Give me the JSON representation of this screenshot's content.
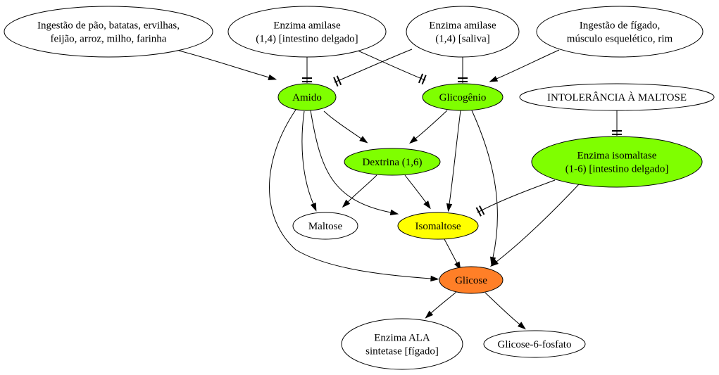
{
  "colors": {
    "start": "#7fff00",
    "intermediate": "#ffff00",
    "product": "#ff7f27",
    "default": "#ffffff"
  },
  "nodes": {
    "ingestao_pao": {
      "lines": [
        "Ingestão de pão, batatas, ervilhas,",
        "feijão, arroz, milho, farinha"
      ],
      "fill": "default"
    },
    "amilase_intestino": {
      "lines": [
        "Enzima amilase",
        "(1,4) [intestino delgado]"
      ],
      "fill": "default"
    },
    "amilase_saliva": {
      "lines": [
        "Enzima amilase",
        "(1,4) [saliva]"
      ],
      "fill": "default"
    },
    "ingestao_figado": {
      "lines": [
        "Ingestão de fígado,",
        "músculo esquelético, rim"
      ],
      "fill": "default"
    },
    "amido": {
      "lines": [
        "Amido"
      ],
      "fill": "start"
    },
    "glicogenio": {
      "lines": [
        "Glicogênio"
      ],
      "fill": "start"
    },
    "intolerancia": {
      "lines": [
        "INTOLERÂNCIA À MALTOSE"
      ],
      "fill": "default"
    },
    "dextrina": {
      "lines": [
        "Dextrina (1,6)"
      ],
      "fill": "start"
    },
    "isomaltase": {
      "lines": [
        "Enzima isomaltase",
        "(1-6) [intestino delgado]"
      ],
      "fill": "start"
    },
    "maltose": {
      "lines": [
        "Maltose"
      ],
      "fill": "default"
    },
    "isomaltose": {
      "lines": [
        "Isomaltose"
      ],
      "fill": "intermediate"
    },
    "glicose": {
      "lines": [
        "Glicose"
      ],
      "fill": "product"
    },
    "ala_sintetase": {
      "lines": [
        "Enzima ALA",
        "sintetase [fígado]"
      ],
      "fill": "default"
    },
    "glicose6": {
      "lines": [
        "Glicose-6-fosfato"
      ],
      "fill": "default"
    }
  },
  "edges": [
    {
      "from": "ingestao_pao",
      "to": "amido",
      "type": "arrow"
    },
    {
      "from": "amilase_intestino",
      "to": "amido",
      "type": "inhibit"
    },
    {
      "from": "amilase_intestino",
      "to": "glicogenio",
      "type": "inhibit"
    },
    {
      "from": "amilase_saliva",
      "to": "amido",
      "type": "inhibit"
    },
    {
      "from": "amilase_saliva",
      "to": "glicogenio",
      "type": "inhibit"
    },
    {
      "from": "ingestao_figado",
      "to": "glicogenio",
      "type": "arrow"
    },
    {
      "from": "intolerancia",
      "to": "isomaltase",
      "type": "inhibit"
    },
    {
      "from": "amido",
      "to": "dextrina",
      "type": "arrow"
    },
    {
      "from": "amido",
      "to": "maltose",
      "type": "arrow"
    },
    {
      "from": "amido",
      "to": "isomaltose",
      "type": "arrow"
    },
    {
      "from": "amido",
      "to": "glicose",
      "type": "arrow"
    },
    {
      "from": "glicogenio",
      "to": "dextrina",
      "type": "arrow"
    },
    {
      "from": "glicogenio",
      "to": "isomaltose",
      "type": "arrow"
    },
    {
      "from": "glicogenio",
      "to": "glicose",
      "type": "arrow"
    },
    {
      "from": "dextrina",
      "to": "maltose",
      "type": "arrow"
    },
    {
      "from": "dextrina",
      "to": "isomaltose",
      "type": "arrow"
    },
    {
      "from": "isomaltase",
      "to": "isomaltose",
      "type": "inhibit"
    },
    {
      "from": "isomaltase",
      "to": "glicose",
      "type": "arrow"
    },
    {
      "from": "isomaltose",
      "to": "glicose",
      "type": "arrow"
    },
    {
      "from": "glicose",
      "to": "ala_sintetase",
      "type": "arrow"
    },
    {
      "from": "glicose",
      "to": "glicose6",
      "type": "arrow"
    }
  ]
}
